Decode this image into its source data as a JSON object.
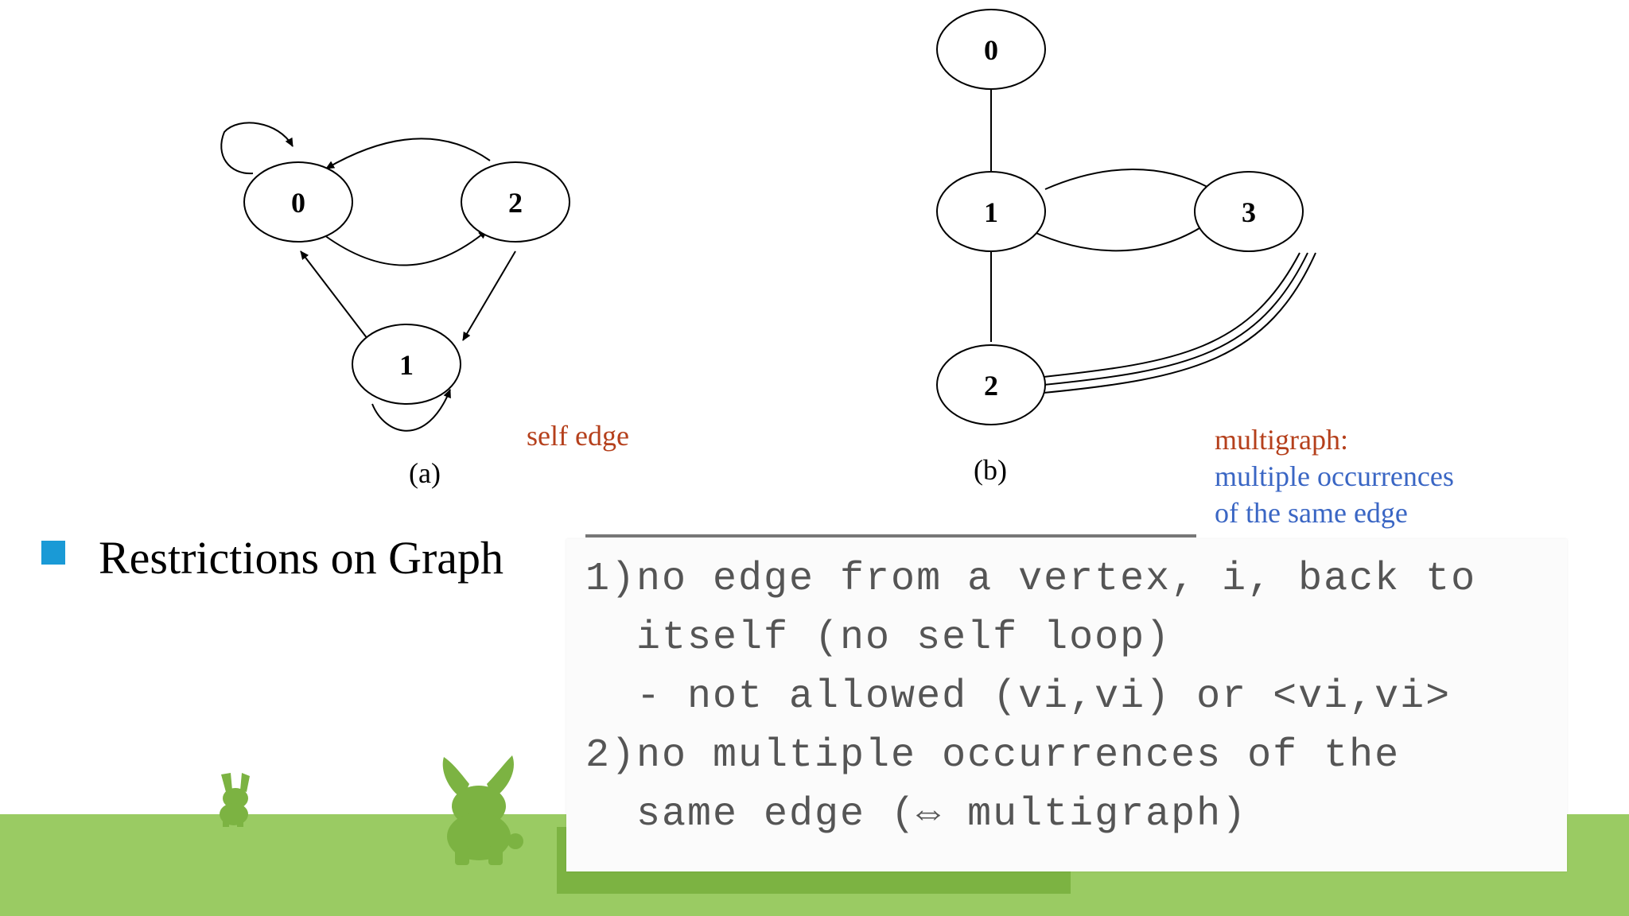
{
  "diagram_a": {
    "nodes": [
      {
        "id": "0",
        "label": "0"
      },
      {
        "id": "2",
        "label": "2"
      },
      {
        "id": "1",
        "label": "1"
      }
    ],
    "caption": "(a)",
    "annotation": "self edge"
  },
  "diagram_b": {
    "nodes": [
      {
        "id": "0",
        "label": "0"
      },
      {
        "id": "1",
        "label": "1"
      },
      {
        "id": "3",
        "label": "3"
      },
      {
        "id": "2",
        "label": "2"
      }
    ],
    "caption": "(b)",
    "annotation_title": "multigraph:",
    "annotation_line1": "multiple occurrences",
    "annotation_line2": "of the same edge"
  },
  "bullet": {
    "text": "Restrictions on Graph"
  },
  "snippet": {
    "lines": [
      "1)no edge from a vertex, i, back to",
      "  itself (no self loop)",
      "  - not allowed (vi,vi) or <vi,vi>",
      "2)no multiple occurrences of the",
      "  same edge (⇔ multigraph)"
    ]
  },
  "colors": {
    "accent_blue": "#1a9ad6",
    "annotation_red": "#b5401c",
    "annotation_blue": "#3a66c4",
    "ground_green": "#9acb63"
  }
}
